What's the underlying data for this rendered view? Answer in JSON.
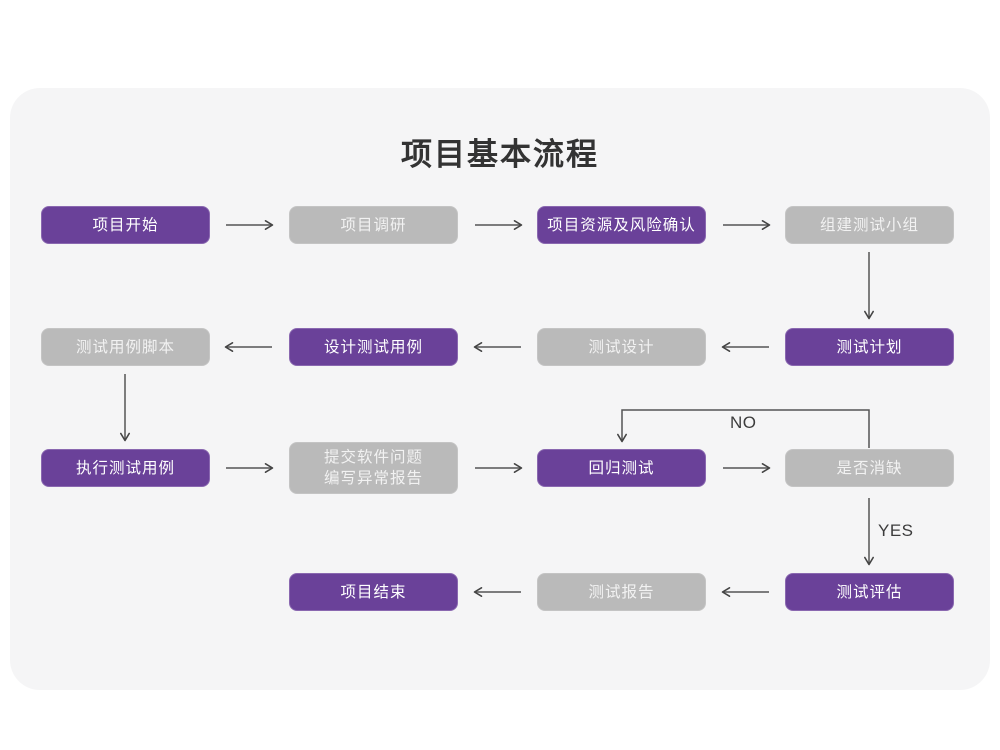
{
  "page": {
    "title": "项目基本流程",
    "background_color": "#ffffff",
    "card_color": "#f5f5f6"
  },
  "theme": {
    "purple": "#6a4199",
    "purple_border": "#8a68b0",
    "gray": "#bababa",
    "gray_border": "#c4c4c4",
    "purple_text": "#ffffff",
    "gray_text": "#f2f2f2",
    "title_text": "#333333",
    "connector": "#555555"
  },
  "flow": {
    "nodes": [
      {
        "id": "n1",
        "label": "项目开始",
        "style": "purple",
        "row": 1,
        "col": 1
      },
      {
        "id": "n2",
        "label": "项目调研",
        "style": "gray",
        "row": 1,
        "col": 2
      },
      {
        "id": "n3",
        "label": "项目资源及风险确认",
        "style": "purple",
        "row": 1,
        "col": 3
      },
      {
        "id": "n4",
        "label": "组建测试小组",
        "style": "gray",
        "row": 1,
        "col": 4
      },
      {
        "id": "n5",
        "label": "测试用例脚本",
        "style": "gray",
        "row": 2,
        "col": 1
      },
      {
        "id": "n6",
        "label": "设计测试用例",
        "style": "purple",
        "row": 2,
        "col": 2
      },
      {
        "id": "n7",
        "label": "测试设计",
        "style": "gray",
        "row": 2,
        "col": 3
      },
      {
        "id": "n8",
        "label": "测试计划",
        "style": "purple",
        "row": 2,
        "col": 4
      },
      {
        "id": "n9",
        "label": "执行测试用例",
        "style": "purple",
        "row": 3,
        "col": 1
      },
      {
        "id": "n10",
        "label": "提交软件问题\n编写异常报告",
        "style": "gray",
        "row": 3,
        "col": 2
      },
      {
        "id": "n11",
        "label": "回归测试",
        "style": "purple",
        "row": 3,
        "col": 3
      },
      {
        "id": "n12",
        "label": "是否消缺",
        "style": "gray",
        "row": 3,
        "col": 4
      },
      {
        "id": "n13",
        "label": "项目结束",
        "style": "purple",
        "row": 4,
        "col": 2
      },
      {
        "id": "n14",
        "label": "测试报告",
        "style": "gray",
        "row": 4,
        "col": 3
      },
      {
        "id": "n15",
        "label": "测试评估",
        "style": "purple",
        "row": 4,
        "col": 4
      }
    ],
    "edges": [
      {
        "id": "e1",
        "from": "n1",
        "to": "n2",
        "direction": "right",
        "label": ""
      },
      {
        "id": "e2",
        "from": "n2",
        "to": "n3",
        "direction": "right",
        "label": ""
      },
      {
        "id": "e3",
        "from": "n3",
        "to": "n4",
        "direction": "right",
        "label": ""
      },
      {
        "id": "e4",
        "from": "n4",
        "to": "n8",
        "direction": "down",
        "label": ""
      },
      {
        "id": "e5",
        "from": "n8",
        "to": "n7",
        "direction": "left",
        "label": ""
      },
      {
        "id": "e6",
        "from": "n7",
        "to": "n6",
        "direction": "left",
        "label": ""
      },
      {
        "id": "e7",
        "from": "n6",
        "to": "n5",
        "direction": "left",
        "label": ""
      },
      {
        "id": "e8",
        "from": "n5",
        "to": "n9",
        "direction": "down",
        "label": ""
      },
      {
        "id": "e9",
        "from": "n9",
        "to": "n10",
        "direction": "right",
        "label": ""
      },
      {
        "id": "e10",
        "from": "n10",
        "to": "n11",
        "direction": "right",
        "label": ""
      },
      {
        "id": "e11",
        "from": "n11",
        "to": "n12",
        "direction": "right",
        "label": ""
      },
      {
        "id": "e12",
        "from": "n12",
        "to": "n11",
        "direction": "loop-up-left",
        "label": "NO"
      },
      {
        "id": "e13",
        "from": "n12",
        "to": "n15",
        "direction": "down",
        "label": "YES"
      },
      {
        "id": "e14",
        "from": "n15",
        "to": "n14",
        "direction": "left",
        "label": ""
      },
      {
        "id": "e15",
        "from": "n14",
        "to": "n13",
        "direction": "left",
        "label": ""
      }
    ],
    "labels": {
      "no": "NO",
      "yes": "YES"
    }
  }
}
